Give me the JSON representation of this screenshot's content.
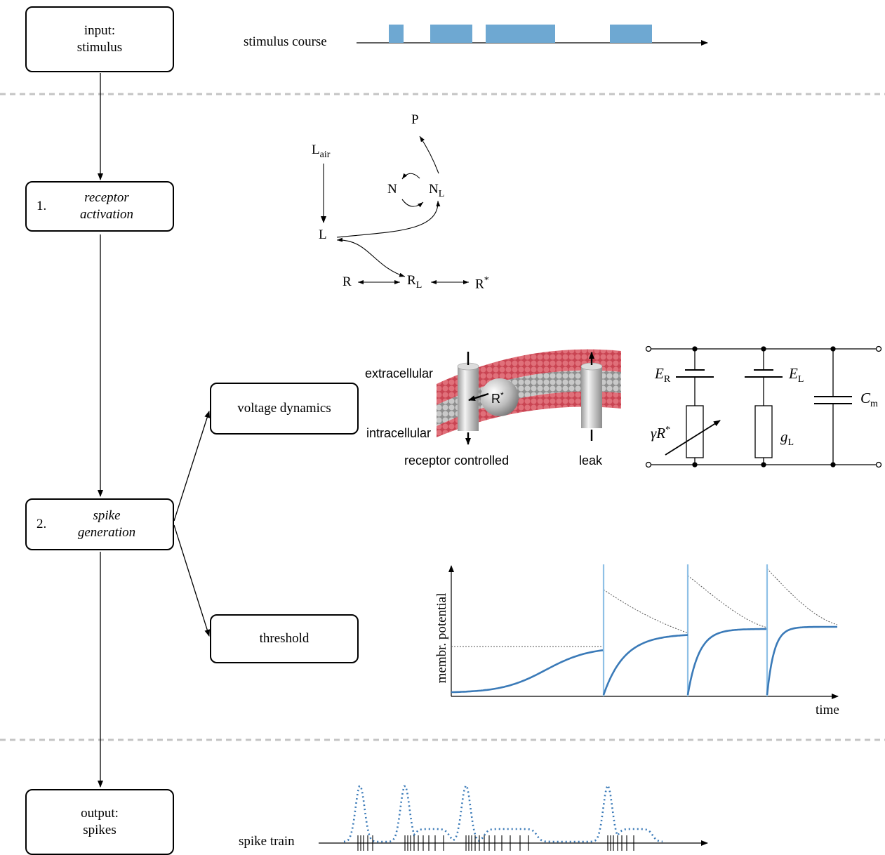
{
  "flow": {
    "input": {
      "line1": "input:",
      "line2": "stimulus"
    },
    "receptor": {
      "number": "1.",
      "line1": "receptor",
      "line2": "activation"
    },
    "spike": {
      "number": "2.",
      "line1": "spike",
      "line2": "generation"
    },
    "voltage": {
      "label": "voltage dynamics"
    },
    "threshold": {
      "label": "threshold"
    },
    "output": {
      "line1": "output:",
      "line2": "spikes"
    }
  },
  "stimulus": {
    "label": "stimulus course",
    "color": "#6ea8d2"
  },
  "kinetics": {
    "p": "P",
    "l_air": "L",
    "l_air_sub": "air",
    "l": "L",
    "n": "N",
    "nl": "N",
    "nl_sub": "L",
    "r": "R",
    "rl": "R",
    "rl_sub": "L",
    "rstar": "R",
    "rstar_sup": "*"
  },
  "membrane": {
    "extracellular": "extracellular",
    "intracellular": "intracellular",
    "receptor_controlled": "receptor controlled",
    "leak": "leak",
    "rstar": "R",
    "rstar_sup": "*"
  },
  "circuit": {
    "er": "E",
    "er_sub": "R",
    "el": "E",
    "el_sub": "L",
    "cm": "C",
    "cm_sub": "m",
    "gamma": "γR",
    "gamma_sup": "*",
    "gl": "g",
    "gl_sub": "L"
  },
  "potential_plot": {
    "ylabel": "membr. potential",
    "xlabel": "time",
    "line_color": "#3a7ab8"
  },
  "spike_train": {
    "label": "spike train",
    "color": "#3a7ab8"
  },
  "colors": {
    "divider": "#c4c4c4",
    "membrane_red": "#d9606b",
    "membrane_gray": "#b8b8b8"
  }
}
